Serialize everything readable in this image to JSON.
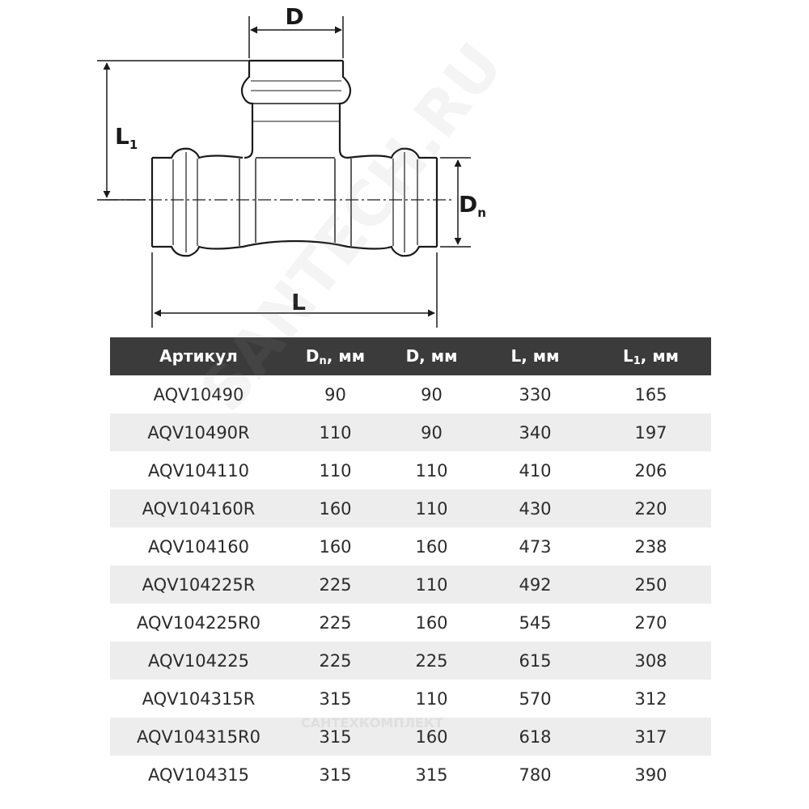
{
  "drawing": {
    "dims": {
      "D": "D",
      "Dn_main": "D",
      "Dn_sub": "n",
      "L": "L",
      "L1_main": "L",
      "L1_sub": "1"
    }
  },
  "table": {
    "headers": [
      {
        "main": "Артикул",
        "sub": "",
        "rest": ""
      },
      {
        "main": "D",
        "sub": "n",
        "rest": ", мм"
      },
      {
        "main": "D, мм",
        "sub": "",
        "rest": ""
      },
      {
        "main": "L, мм",
        "sub": "",
        "rest": ""
      },
      {
        "main": "L",
        "sub": "1",
        "rest": ", мм"
      }
    ],
    "rows": [
      [
        "AQV10490",
        "90",
        "90",
        "330",
        "165"
      ],
      [
        "AQV10490R",
        "110",
        "90",
        "340",
        "197"
      ],
      [
        "AQV104110",
        "110",
        "110",
        "410",
        "206"
      ],
      [
        "AQV104160R",
        "160",
        "110",
        "430",
        "220"
      ],
      [
        "AQV104160",
        "160",
        "160",
        "473",
        "238"
      ],
      [
        "AQV104225R",
        "225",
        "110",
        "492",
        "250"
      ],
      [
        "AQV104225R0",
        "225",
        "160",
        "545",
        "270"
      ],
      [
        "AQV104225",
        "225",
        "225",
        "615",
        "308"
      ],
      [
        "AQV104315R",
        "315",
        "110",
        "570",
        "312"
      ],
      [
        "AQV104315R0",
        "315",
        "160",
        "618",
        "317"
      ],
      [
        "AQV104315",
        "315",
        "315",
        "780",
        "390"
      ]
    ]
  },
  "watermarks": {
    "main": "SANTECH.RU",
    "small": "САНТЕХКОМПЛЕКТ"
  },
  "colors": {
    "header_bg": "#3b3b3b",
    "row_alt_bg": "#ededed",
    "line": "#1a1a1a"
  }
}
